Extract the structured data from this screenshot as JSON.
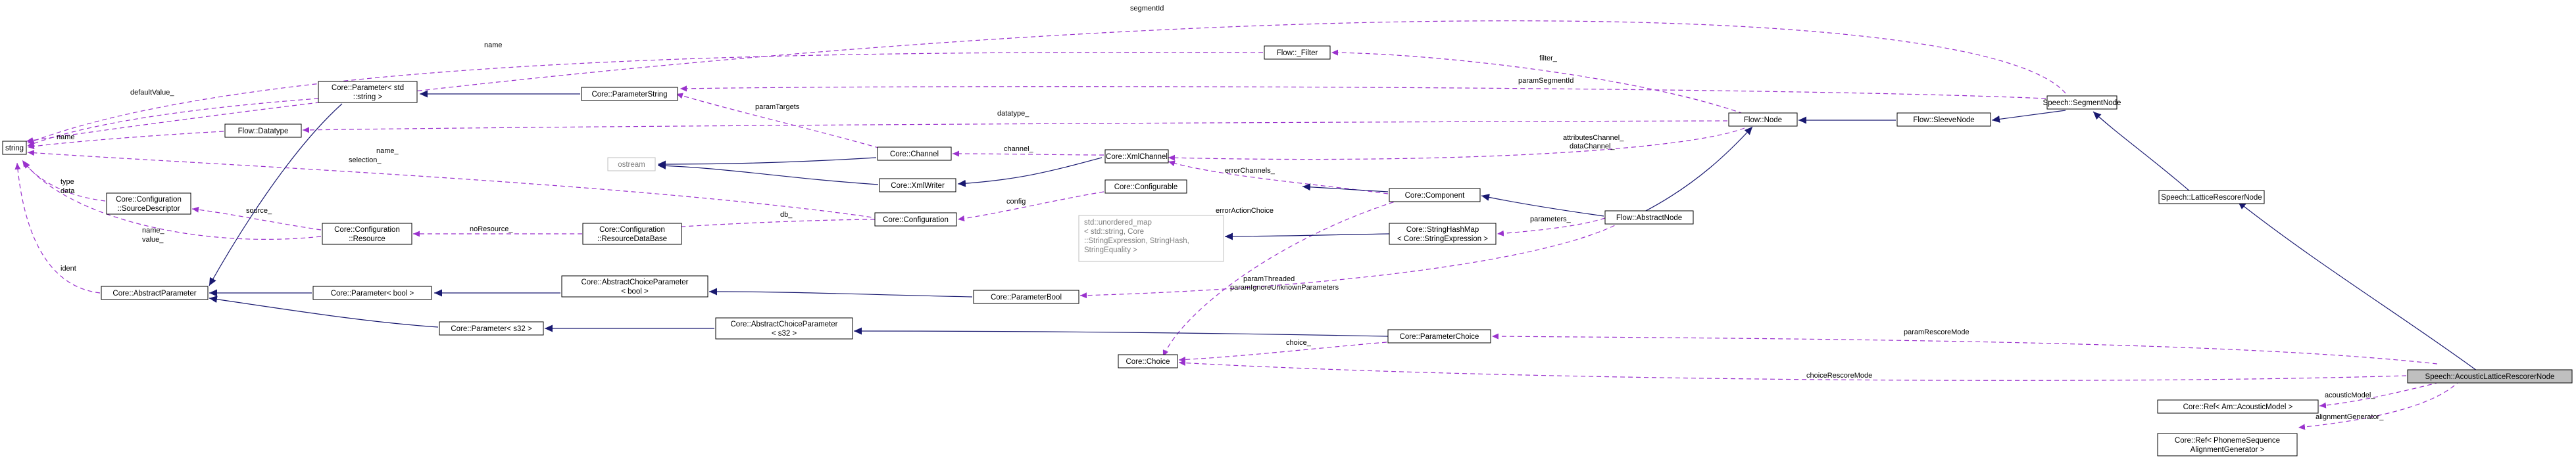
{
  "nodes": {
    "string": "string",
    "abstract_param": "Core::AbstractParameter",
    "param_std_string": [
      "Core::Parameter< std",
      "::string >"
    ],
    "param_string": "Core::ParameterString",
    "flow_filter": "Flow::_Filter",
    "flow_datatype": "Flow::Datatype",
    "ostream": "ostream",
    "channel": "Core::Channel",
    "xml_writer": "Core::XmlWriter",
    "xml_channel": "Core::XmlChannel",
    "source_descriptor": [
      "Core::Configuration",
      "::SourceDescriptor"
    ],
    "configuration": "Core::Configuration",
    "configurable": "Core::Configurable",
    "config_resource": [
      "Core::Configuration",
      "::Resource"
    ],
    "resource_db": [
      "Core::Configuration",
      "::ResourceDataBase"
    ],
    "unordered_map": [
      "std::unordered_map",
      "< std::string, Core",
      "::StringExpression, StringHash,",
      "StringEquality >"
    ],
    "string_hash_map": [
      "Core::StringHashMap",
      "< Core::StringExpression >"
    ],
    "component": "Core::Component",
    "flow_node": "Flow::Node",
    "sleeve_node": "Flow::SleeveNode",
    "segment_node": "Speech::SegmentNode",
    "abstract_node": "Flow::AbstractNode",
    "lattice_rescorer": "Speech::LatticeRescorerNode",
    "param_bool": "Core::Parameter< bool >",
    "acp_bool": [
      "Core::AbstractChoiceParameter",
      "< bool >"
    ],
    "parameter_bool": "Core::ParameterBool",
    "param_s32": "Core::Parameter< s32 >",
    "acp_s32": [
      "Core::AbstractChoiceParameter",
      "< s32 >"
    ],
    "parameter_choice": "Core::ParameterChoice",
    "choice": "Core::Choice",
    "acoustic_lattice": "Speech::AcousticLatticeRescorerNode",
    "ref_acoustic": "Core::Ref< Am::AcousticModel >",
    "ref_alignment": [
      "Core::Ref< PhonemeSequence",
      "AlignmentGenerator >"
    ]
  },
  "edge_labels": {
    "segment_id": "segmentId",
    "name_filter": "name",
    "param_segment_id": "paramSegmentId",
    "filter": "filter_",
    "default_value": "defaultValue_",
    "param_targets": "paramTargets",
    "name": "name",
    "datatype": "datatype_",
    "name_selection": [
      "name_",
      "selection_"
    ],
    "channel": "channel_",
    "attributes_channel": [
      "attributesChannel_",
      "dataChannel_"
    ],
    "type_data": [
      "type",
      "data"
    ],
    "error_channels": "errorChannels_",
    "config": "config",
    "source": "source_",
    "db": "db_",
    "no_resource": "noResource_",
    "name_value": [
      "name_",
      "value_"
    ],
    "error_action_choice": "errorActionChoice",
    "parameters": "parameters_",
    "ident": "ident",
    "param_threaded": [
      "paramThreaded",
      "paramIgnoreUnknownParameters"
    ],
    "param_rescore_mode": "paramRescoreMode",
    "choice": "choice_",
    "choice_rescore_mode": "choiceRescoreMode",
    "acoustic_model": "acousticModel_",
    "alignment_generator": "alignmentGenerator_"
  },
  "colors": {
    "usage_edge": "#9a32cd",
    "inheritance_edge": "#191970",
    "focus_fill": "#bfbfbf",
    "external_border": "#bfbfbf"
  }
}
